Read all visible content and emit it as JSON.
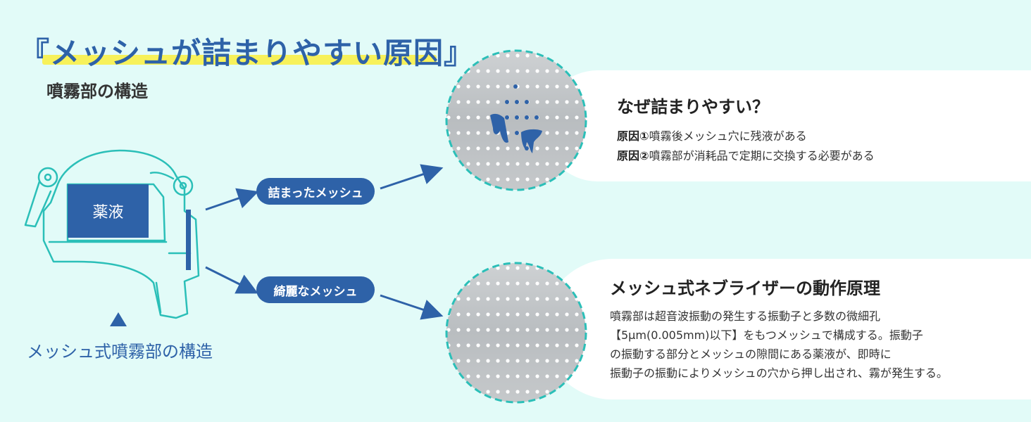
{
  "title": "『メッシュが詰まりやすい原因』",
  "subtitle": "噴霧部の構造",
  "device": {
    "drug_label": "薬液",
    "caption": "メッシュ式噴霧部の構造"
  },
  "labels": {
    "clogged": "詰まったメッシュ",
    "clean": "綺麗なメッシュ"
  },
  "panel_top": {
    "title": "なぜ詰まりやすい？",
    "reasons": [
      {
        "label": "原因①",
        "text": "噴霧後メッシュ穴に残液がある"
      },
      {
        "label": "原因②",
        "text": "噴霧部が消耗品で定期に交換する必要がある"
      }
    ]
  },
  "panel_bottom": {
    "title": "メッシュ式ネブライザーの動作原理",
    "lines": [
      "噴霧部は超音波振動の発生する振動子と多数の微細孔",
      "【5μm(0.005mm)以下】をもつメッシュで構成する。振動子",
      "の振動する部分とメッシュの隙間にある薬液が、即時に",
      "振動子の振動によりメッシュの穴から押し出され、霧が発生する。"
    ]
  },
  "colors": {
    "background": "#e2fbf8",
    "accent": "#2e62a8",
    "teal": "#2bbfb8",
    "highlight": "#f7f15a"
  }
}
